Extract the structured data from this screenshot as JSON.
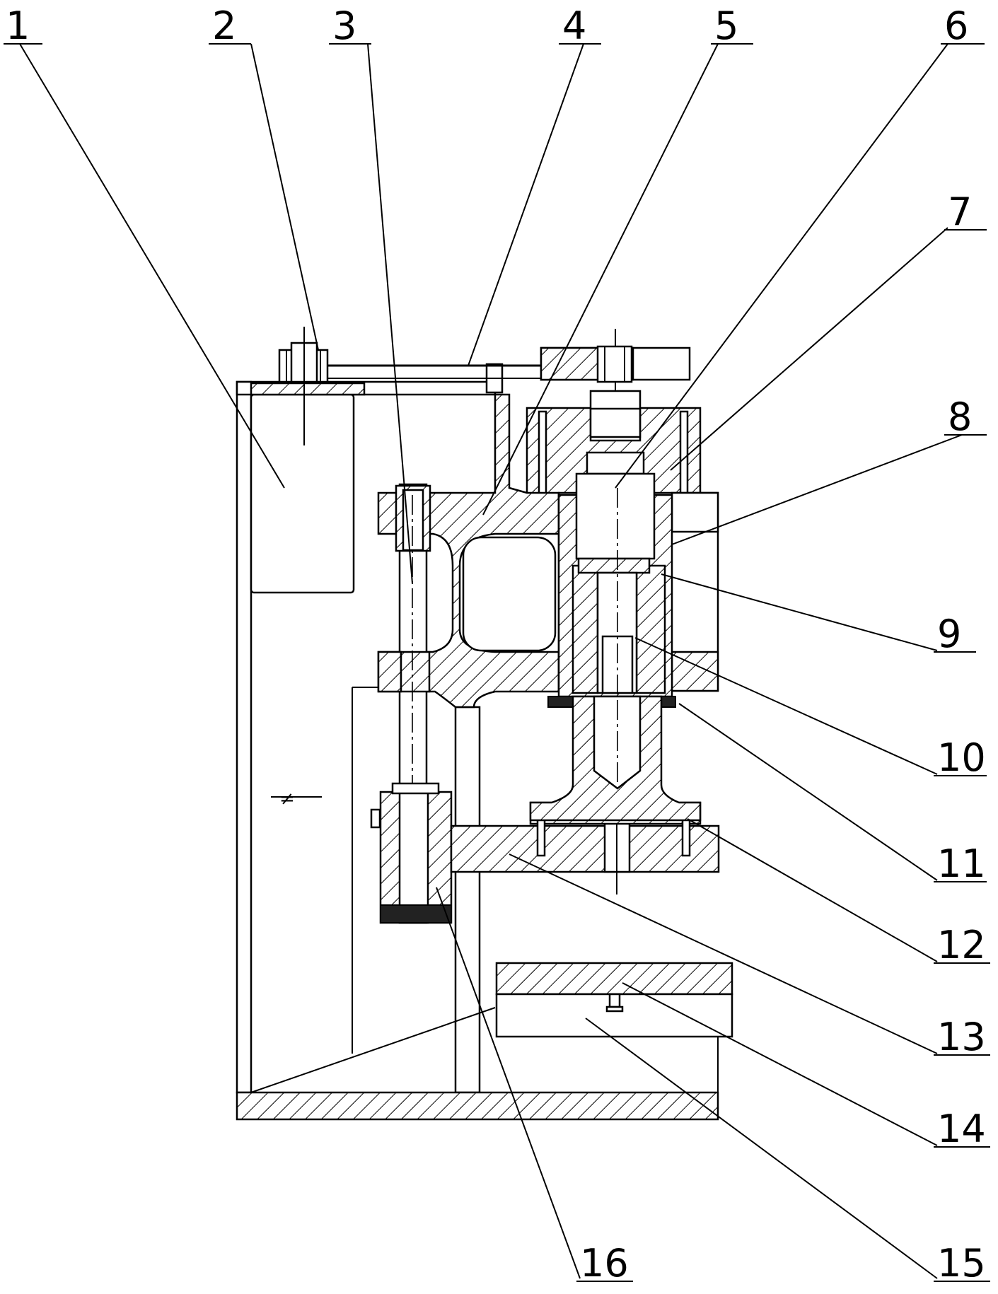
{
  "labels": [
    {
      "id": "1",
      "text": "1"
    },
    {
      "id": "2",
      "text": "2"
    },
    {
      "id": "3",
      "text": "3"
    },
    {
      "id": "4",
      "text": "4"
    },
    {
      "id": "5",
      "text": "5"
    },
    {
      "id": "6",
      "text": "6"
    },
    {
      "id": "7",
      "text": "7"
    },
    {
      "id": "8",
      "text": "8"
    },
    {
      "id": "9",
      "text": "9"
    },
    {
      "id": "10",
      "text": "10"
    },
    {
      "id": "11",
      "text": "11"
    },
    {
      "id": "12",
      "text": "12"
    },
    {
      "id": "13",
      "text": "13"
    },
    {
      "id": "14",
      "text": "14"
    },
    {
      "id": "15",
      "text": "15"
    },
    {
      "id": "16",
      "text": "16"
    }
  ],
  "annotation_symbol": "≠"
}
